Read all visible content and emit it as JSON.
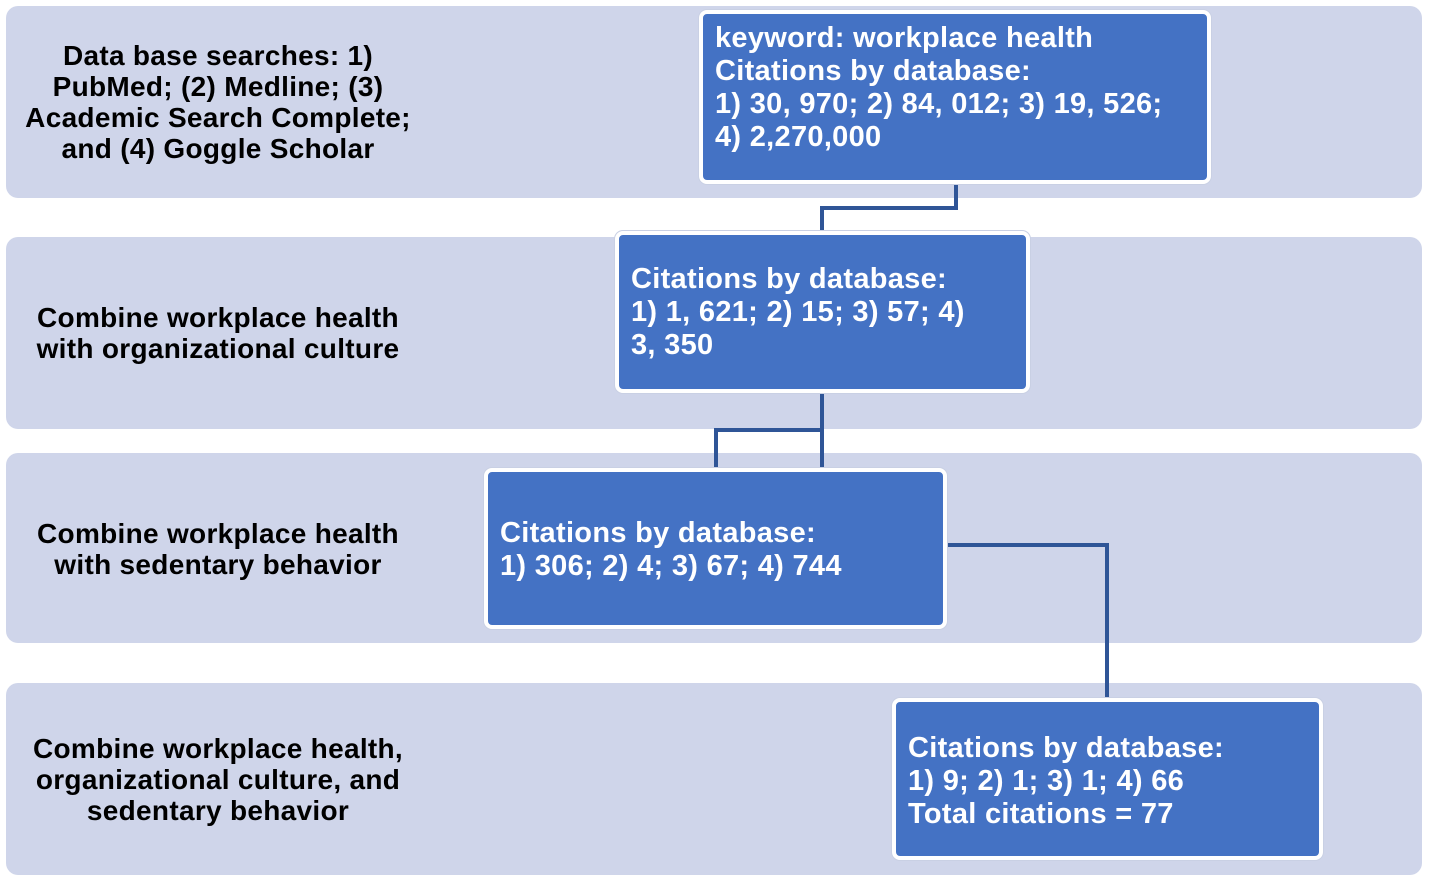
{
  "stages": [
    {
      "label": "Data base searches: 1) PubMed; (2) Medline; (3) Academic Search Complete; and (4) Goggle Scholar"
    },
    {
      "label": "Combine workplace health with organizational culture"
    },
    {
      "label": "Combine workplace health with sedentary behavior"
    },
    {
      "label": "Combine workplace health, organizational culture, and sedentary behavior"
    }
  ],
  "boxes": [
    {
      "lines": "keyword: workplace health\nCitations by database:\n1) 30, 970; 2) 84, 012; 3) 19, 526;\n4) 2,270,000"
    },
    {
      "lines": "Citations by database:\n1) 1, 621; 2) 15; 3) 57; 4)\n3, 350"
    },
    {
      "lines": "Citations by database:\n1) 306; 2) 4; 3) 67; 4) 744"
    },
    {
      "lines": "Citations by database:\n1) 9; 2) 1; 3) 1; 4) 66\n Total citations = 77"
    }
  ],
  "colors": {
    "band_background": "#cfd5ea",
    "box_fill": "#4472c4",
    "connector": "#2f5597"
  }
}
